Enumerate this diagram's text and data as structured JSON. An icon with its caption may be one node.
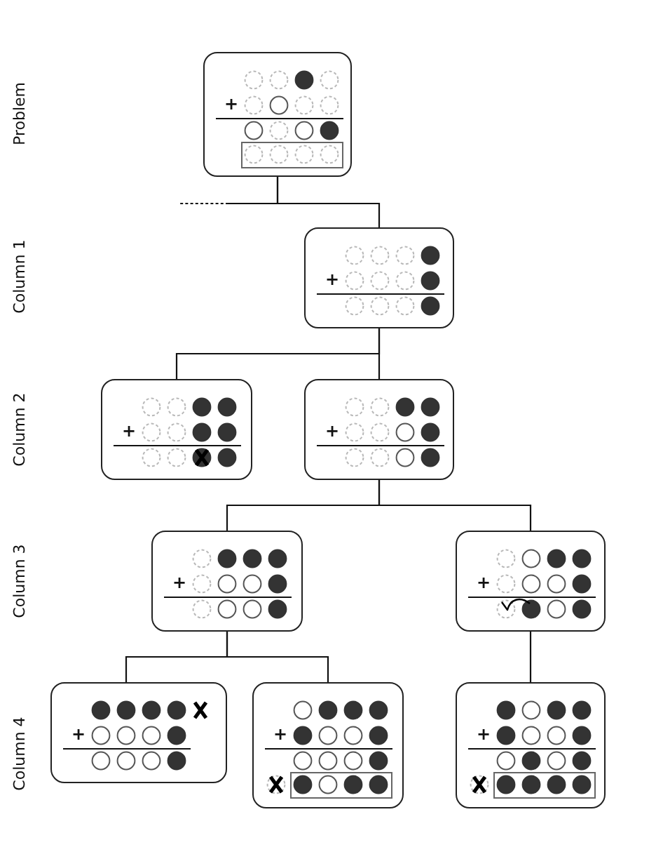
{
  "diagram": {
    "nodes": [
      {
        "text": [
          "+"
        ]
      },
      {
        "text": [
          "+"
        ]
      },
      {
        "text": [
          "+"
        ]
      },
      {
        "text": [
          "+"
        ]
      },
      {
        "text": [
          "+"
        ]
      },
      {
        "text": [
          "+"
        ]
      },
      {
        "text": [
          "+"
        ]
      },
      {
        "text": [
          "+"
        ]
      },
      {
        "text": [
          "+"
        ]
      }
    ],
    "edges": [
      {
        "from": 0,
        "to": 1,
        "arrow": "none"
      },
      {
        "from": 0,
        "to": null,
        "arrow": "none",
        "style": "dashed"
      },
      {
        "from": 1,
        "to": 2,
        "arrow": "none"
      },
      {
        "from": 1,
        "to": 3,
        "arrow": "none"
      },
      {
        "from": 3,
        "to": 4,
        "arrow": "none"
      },
      {
        "from": 3,
        "to": 5,
        "arrow": "none"
      },
      {
        "from": 4,
        "to": 6,
        "arrow": "none"
      },
      {
        "from": 4,
        "to": 7,
        "arrow": "none"
      },
      {
        "from": 5,
        "to": 8,
        "arrow": "none"
      }
    ],
    "labels": [
      "Problem",
      "Column 1",
      "Column 2",
      "Column 3",
      "Column 4"
    ]
  }
}
